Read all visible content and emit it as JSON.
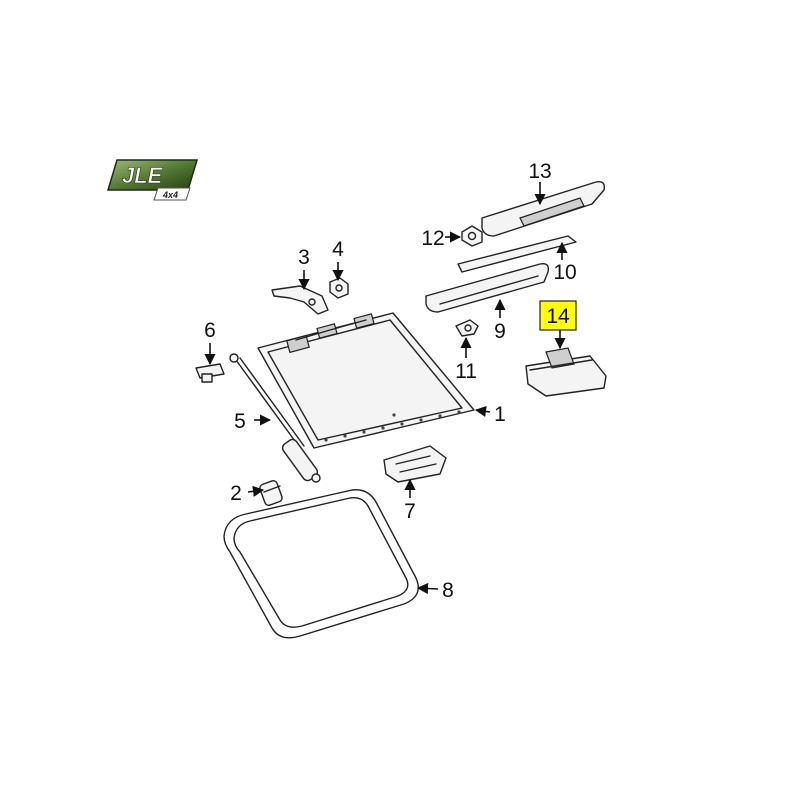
{
  "logo": {
    "brand": "JLE",
    "subtext": "4x4",
    "colors": {
      "dark": "#2e4a1e",
      "light": "#8fb06a",
      "text": "#ffffff"
    }
  },
  "highlight_color": "#ffff00",
  "callouts": [
    {
      "id": "1",
      "highlighted": false
    },
    {
      "id": "2",
      "highlighted": false
    },
    {
      "id": "3",
      "highlighted": false
    },
    {
      "id": "4",
      "highlighted": false
    },
    {
      "id": "5",
      "highlighted": false
    },
    {
      "id": "6",
      "highlighted": false
    },
    {
      "id": "7",
      "highlighted": false
    },
    {
      "id": "8",
      "highlighted": false
    },
    {
      "id": "9",
      "highlighted": false
    },
    {
      "id": "10",
      "highlighted": false
    },
    {
      "id": "11",
      "highlighted": false
    },
    {
      "id": "12",
      "highlighted": false
    },
    {
      "id": "13",
      "highlighted": false
    },
    {
      "id": "14",
      "highlighted": true
    }
  ]
}
